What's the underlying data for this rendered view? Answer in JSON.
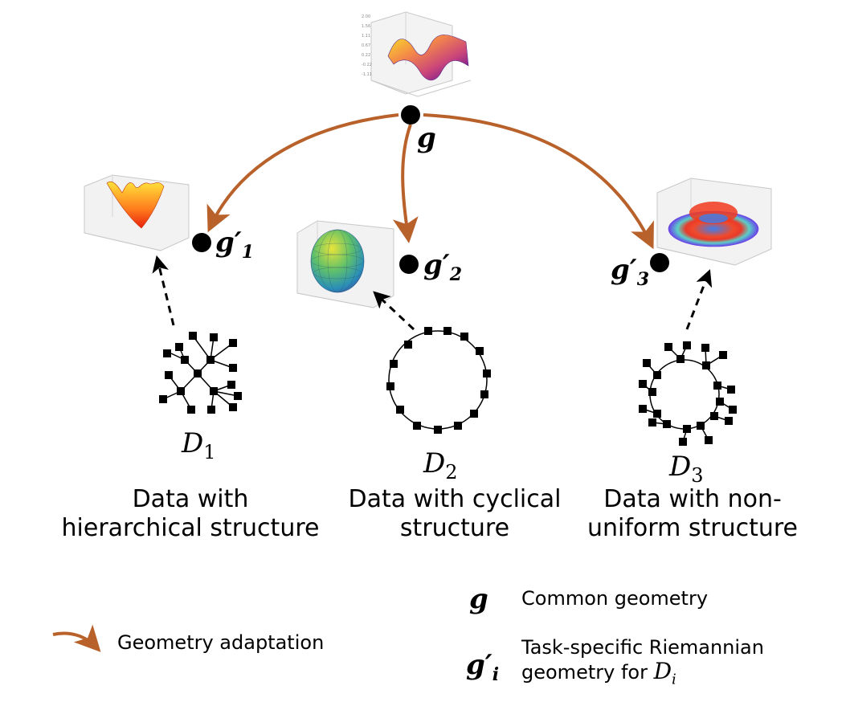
{
  "labels": {
    "g": "g",
    "g1": "g′",
    "g1_sub": "1",
    "g2": "g′",
    "g2_sub": "2",
    "g3": "g′",
    "g3_sub": "3",
    "d1": "D",
    "d1_sub": "1",
    "d2": "D",
    "d2_sub": "2",
    "d3": "D",
    "d3_sub": "3"
  },
  "captions": {
    "d1_line1": "Data with",
    "d1_line2": "hierarchical structure",
    "d2_line1": "Data with cyclical",
    "d2_line2": "structure",
    "d3_line1": "Data with non-",
    "d3_line2": "uniform structure"
  },
  "legend": {
    "adaptation_label": "Geometry adaptation",
    "g_symbol": "g",
    "g_desc": "Common geometry",
    "gi_symbol": "g′",
    "gi_sub": "i",
    "gi_desc_line1": "Task-specific Riemannian",
    "gi_desc_line2": "geometry for",
    "gi_desc_D": "D",
    "gi_desc_D_sub": "i"
  },
  "colors": {
    "adaptation_arrow": "#b8612a",
    "node": "#000000"
  }
}
